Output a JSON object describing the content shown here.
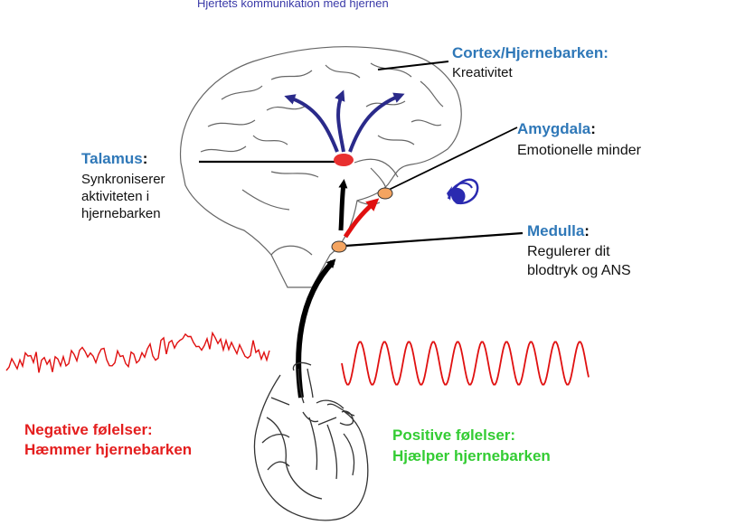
{
  "title": "Hjertets kommunikation med hjernen",
  "labels": {
    "cortex": {
      "name": "Cortex/Hjernebarken:",
      "desc": "Kreativitet"
    },
    "amygdala": {
      "name": "Amygdala",
      "desc": "Emotionelle minder"
    },
    "talamus": {
      "name": "Talamus",
      "desc": [
        "Synkroniserer",
        "aktiviteten i",
        "hjernebarken"
      ]
    },
    "medulla": {
      "name": "Medulla",
      "desc": [
        "Regulerer dit",
        "blodtryk og ANS"
      ]
    }
  },
  "emotions": {
    "negative": {
      "line1": "Negative følelser:",
      "line2": "Hæmmer hjernebarken"
    },
    "positive": {
      "line1": "Positive følelser:",
      "line2": "Hjælper hjernebarken"
    }
  },
  "icons": [
    "brain-outline",
    "heart-outline",
    "eye-icon"
  ],
  "colors": {
    "label_blue": "#2f78b8",
    "negative_red": "#e41e1e",
    "positive_green": "#33cc33",
    "brain_arrows": "#2a2a8a",
    "heart_arrow": "#000000",
    "amygdala_arrow": "#e01010",
    "thalamus_node": "#e83030",
    "small_nodes": "#f4a460",
    "waveform": "#e01010"
  }
}
